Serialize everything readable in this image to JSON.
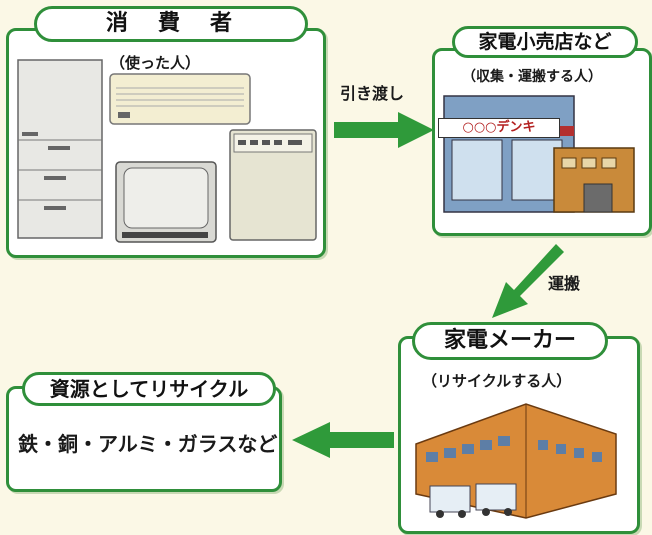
{
  "consumer": {
    "title": "消　費　者",
    "subtitle": "（使った人）"
  },
  "retailer": {
    "title": "家電小売店など",
    "subtitle": "（収集・運搬する人）",
    "shop_sign": "○○○デンキ"
  },
  "maker": {
    "title": "家電メーカー",
    "subtitle": "（リサイクルする人）"
  },
  "resource": {
    "title": "資源としてリサイクル",
    "text": "鉄・銅・アルミ・ガラスなど"
  },
  "arrows": {
    "handover": "引き渡し",
    "transport": "運搬"
  },
  "colors": {
    "border": "#2f8f3a",
    "arrow": "#2f9a3a",
    "background": "#fbf8e6"
  }
}
